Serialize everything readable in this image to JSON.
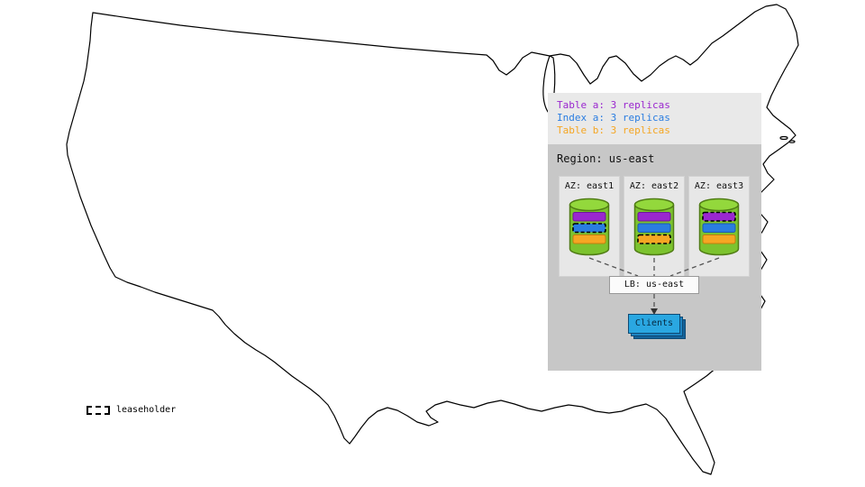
{
  "legend": {
    "items": [
      {
        "id": "table-a",
        "label": "Table a: 3 replicas",
        "color": "#a125c9"
      },
      {
        "id": "index-a",
        "label": "Index a: 3 replicas",
        "color": "#2a7de1"
      },
      {
        "id": "table-b",
        "label": "Table b: 3 replicas",
        "color": "#f5a623"
      }
    ]
  },
  "region": {
    "title": "Region: us-east",
    "azs": [
      {
        "label": "AZ: east1",
        "leaseholder": "Index a"
      },
      {
        "label": "AZ: east2",
        "leaseholder": "Table b"
      },
      {
        "label": "AZ: east3",
        "leaseholder": "Table a"
      }
    ],
    "load_balancer": {
      "label": "LB: us-east"
    },
    "clients": {
      "label": "Clients"
    }
  },
  "map_legend": {
    "leaseholder_label": "leaseholder"
  },
  "colors": {
    "table_a": "#9a27cf",
    "index_a": "#2a7de1",
    "table_b": "#f5a623",
    "cylinder": "#7cc32e",
    "cylinder_top": "#93d83c",
    "clients": "#2aa7e1"
  }
}
